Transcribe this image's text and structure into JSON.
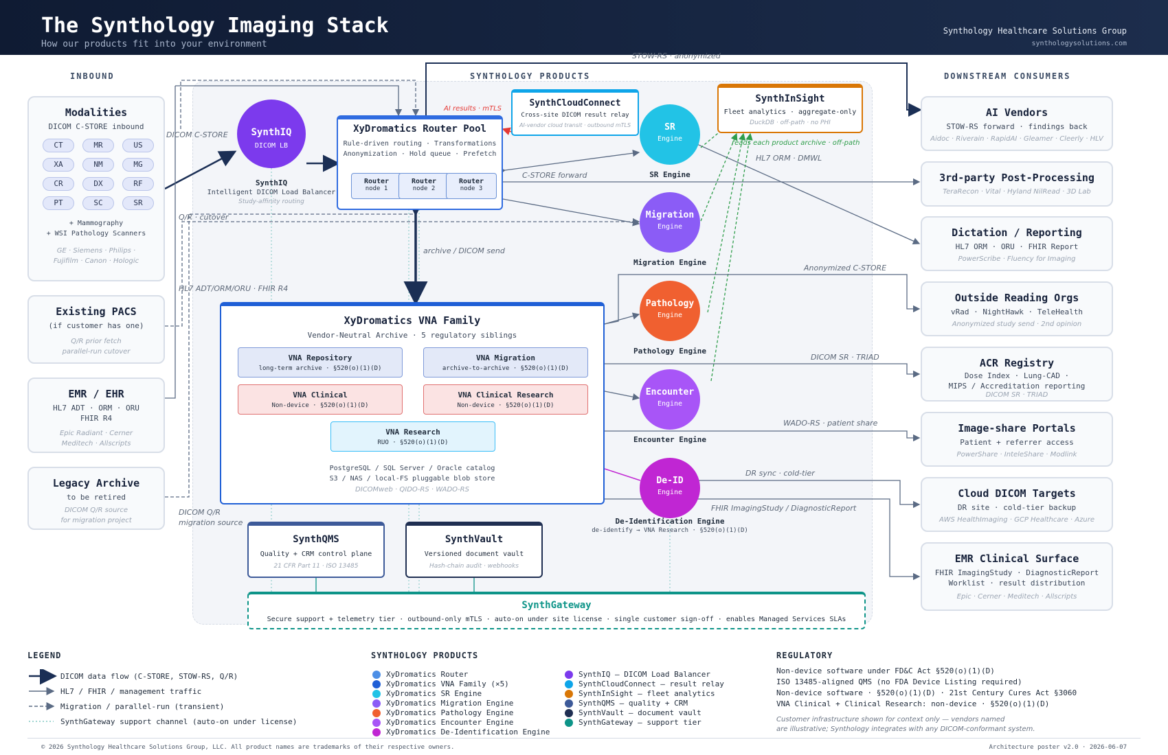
{
  "header": {
    "title": "The Synthology Imaging Stack",
    "subtitle": "How our products fit into your environment",
    "company": "Synthology Healthcare Solutions Group",
    "website": "synthologysolutions.com"
  },
  "sections": {
    "inbound": "INBOUND",
    "products": "SYNTHOLOGY PRODUCTS",
    "downstream": "DOWNSTREAM CONSUMERS"
  },
  "inbound": {
    "modalities": {
      "title": "Modalities",
      "subtitle": "DICOM C-STORE inbound",
      "pills": [
        "CT",
        "MR",
        "US",
        "XA",
        "NM",
        "MG",
        "CR",
        "DX",
        "RF",
        "PT",
        "SC",
        "SR"
      ],
      "extra1": "+ Mammography",
      "extra2": "+ WSI Pathology Scanners",
      "vendors1": "GE · Siemens · Philips ·",
      "vendors2": "Fujifilm · Canon · Hologic"
    },
    "pacs": {
      "title": "Existing PACS",
      "subtitle": "(if customer has one)",
      "note1": "Q/R prior fetch",
      "note2": "parallel-run cutover"
    },
    "emr": {
      "title": "EMR / EHR",
      "sub1": "HL7 ADT · ORM · ORU",
      "sub2": "FHIR R4",
      "vendors1": "Epic Radiant · Cerner",
      "vendors2": "Meditech · Allscripts"
    },
    "legacy": {
      "title": "Legacy Archive",
      "subtitle": "to be retired",
      "note1": "DICOM Q/R source",
      "note2": "for migration project"
    }
  },
  "products": {
    "synthiq": {
      "name": "SynthIQ",
      "sub": "DICOM LB",
      "label": "SynthIQ",
      "desc": "Intelligent DICOM Load Balancer",
      "note": "Study-affinity routing"
    },
    "router": {
      "title": "XyDromatics Router Pool",
      "line1": "Rule-driven routing · Transformations",
      "line2": "Anonymization · Hold queue · Prefetch",
      "nodes": [
        {
          "name": "Router",
          "sub": "node 1"
        },
        {
          "name": "Router",
          "sub": "node 2"
        },
        {
          "name": "Router",
          "sub": "node 3"
        }
      ]
    },
    "cloudconnect": {
      "title": "SynthCloudConnect",
      "sub": "Cross-site DICOM result relay",
      "note": "AI-vendor cloud transit · outbound mTLS"
    },
    "insight": {
      "title": "SynthInSight",
      "sub": "Fleet analytics · aggregate-only",
      "note": "DuckDB · off-path · no PHI"
    },
    "vna": {
      "title": "XyDromatics VNA Family",
      "subtitle": "Vendor-Neutral Archive · 5 regulatory siblings",
      "repo": {
        "title": "VNA Repository",
        "sub": "long-term archive · §520(o)(1)(D)"
      },
      "migration": {
        "title": "VNA Migration",
        "sub": "archive-to-archive · §520(o)(1)(D)"
      },
      "clinical": {
        "title": "VNA Clinical",
        "sub": "Non-device · §520(o)(1)(D)"
      },
      "clinres": {
        "title": "VNA Clinical Research",
        "sub": "Non-device · §520(o)(1)(D)"
      },
      "research": {
        "title": "VNA Research",
        "sub": "RUO · §520(o)(1)(D)"
      },
      "footer1": "PostgreSQL / SQL Server / Oracle catalog",
      "footer2": "S3 / NAS / local-FS pluggable blob store",
      "footer3": "DICOMweb · QIDO-RS · WADO-RS"
    },
    "engines": {
      "sr": {
        "name": "SR",
        "sub": "Engine",
        "label": "SR Engine"
      },
      "migration": {
        "name": "Migration",
        "sub": "Engine",
        "label": "Migration Engine"
      },
      "pathology": {
        "name": "Pathology",
        "sub": "Engine",
        "label": "Pathology Engine"
      },
      "encounter": {
        "name": "Encounter",
        "sub": "Engine",
        "label": "Encounter Engine"
      },
      "deid": {
        "name": "De-ID",
        "sub": "Engine",
        "label": "De-Identification Engine",
        "desc": "de-identify → VNA Research · §520(o)(1)(D)"
      }
    },
    "qms": {
      "title": "SynthQMS",
      "sub": "Quality + CRM control plane",
      "note": "21 CFR Part 11 · ISO 13485"
    },
    "vault": {
      "title": "SynthVault",
      "sub": "Versioned document vault",
      "note": "Hash-chain audit · webhooks"
    },
    "gateway": {
      "title": "SynthGateway",
      "sub": "Secure support + telemetry tier · outbound-only mTLS · auto-on under site license · single customer sign-off · enables Managed Services SLAs"
    }
  },
  "edges": {
    "stowrs": "STOW-RS · anonymized",
    "dicom_cstore": "DICOM C-STORE",
    "ai_results": "AI results · mTLS",
    "cstore_forward": "C-STORE forward",
    "qr_cutover": "Q/R · cutover",
    "archive_send": "archive / DICOM send",
    "hl7": "HL7 ADT/ORM/ORU · FHIR R4",
    "dicom_qr1": "DICOM Q/R",
    "dicom_qr2": "migration source",
    "hl7_orm": "HL7 ORM · DMWL",
    "reads_archive": "reads each product archive · off-path",
    "anon_cstore": "Anonymized C-STORE",
    "dicom_sr": "DICOM SR · TRIAD",
    "wado": "WADO-RS · patient share",
    "dr_sync": "DR sync · cold-tier",
    "fhir": "FHIR ImagingStudy / DiagnosticReport"
  },
  "downstream": [
    {
      "title": "AI Vendors",
      "sub": "STOW-RS forward · findings back",
      "sub2": "",
      "vendors": "Aidoc · Riverain · RapidAI · Gleamer · Cleerly · HLV"
    },
    {
      "title": "3rd-party Post-Processing",
      "sub": "",
      "sub2": "",
      "vendors": "TeraRecon · Vital · Hyland NilRead · 3D Lab"
    },
    {
      "title": "Dictation / Reporting",
      "sub": "HL7 ORM · ORU · FHIR Report",
      "sub2": "",
      "vendors": "PowerScribe · Fluency for Imaging"
    },
    {
      "title": "Outside Reading Orgs",
      "sub": "vRad · NightHawk · TeleHealth",
      "sub2": "",
      "vendors": "Anonymized study send · 2nd opinion"
    },
    {
      "title": "ACR Registry",
      "sub": "Dose Index · Lung-CAD ·",
      "sub2": "MIPS / Accreditation reporting",
      "vendors": "DICOM SR · TRIAD"
    },
    {
      "title": "Image-share Portals",
      "sub": "Patient + referrer access",
      "sub2": "",
      "vendors": "PowerShare · InteleShare · Modlink"
    },
    {
      "title": "Cloud DICOM Targets",
      "sub": "DR site · cold-tier backup",
      "sub2": "",
      "vendors": "AWS HealthImaging · GCP Healthcare · Azure"
    },
    {
      "title": "EMR Clinical Surface",
      "sub": "FHIR ImagingStudy · DiagnosticReport",
      "sub2": "Worklist · result distribution",
      "vendors": "Epic · Cerner · Meditech · Allscripts"
    }
  ],
  "legend": {
    "title": "LEGEND",
    "items": [
      "DICOM data flow (C-STORE, STOW-RS, Q/R)",
      "HL7 / FHIR / management traffic",
      "Migration / parallel-run (transient)",
      "SynthGateway support channel (auto-on under license)"
    ]
  },
  "product_legend": {
    "title": "SYNTHOLOGY PRODUCTS",
    "col1": [
      {
        "label": "XyDromatics Router",
        "color": "#4d8fe6"
      },
      {
        "label": "XyDromatics VNA Family (×5)",
        "color": "#1f5fd6"
      },
      {
        "label": "XyDromatics SR Engine",
        "color": "#22c3e6"
      },
      {
        "label": "XyDromatics Migration Engine",
        "color": "#8b5cf6"
      },
      {
        "label": "XyDromatics Pathology Engine",
        "color": "#f06030"
      },
      {
        "label": "XyDromatics Encounter Engine",
        "color": "#a855f7"
      },
      {
        "label": "XyDromatics De-Identification Engine",
        "color": "#c026d3"
      }
    ],
    "col2": [
      {
        "label": "SynthIQ — DICOM Load Balancer",
        "color": "#7c3aed"
      },
      {
        "label": "SynthCloudConnect — result relay",
        "color": "#0ea5e9"
      },
      {
        "label": "SynthInSight — fleet analytics",
        "color": "#d97706"
      },
      {
        "label": "SynthQMS — quality + CRM",
        "color": "#3d5a99"
      },
      {
        "label": "SynthVault — document vault",
        "color": "#1f2f52"
      },
      {
        "label": "SynthGateway — support tier",
        "color": "#0d9488"
      }
    ]
  },
  "regulatory": {
    "title": "REGULATORY",
    "lines": [
      "Non-device software under FD&C Act §520(o)(1)(D)",
      "ISO 13485-aligned QMS (no FDA Device Listing required)",
      "Non-device software · §520(o)(1)(D) · 21st Century Cures Act §3060",
      "VNA Clinical + Clinical Research: non-device · §520(o)(1)(D)"
    ],
    "note1": "Customer infrastructure shown for context only — vendors named",
    "note2": "are illustrative; Synthology integrates with any DICOM-conformant system."
  },
  "footer": {
    "left": "© 2026 Synthology Healthcare Solutions Group, LLC. All product names are trademarks of their respective owners.",
    "right": "Architecture poster v2.0 · 2026-06-07"
  }
}
